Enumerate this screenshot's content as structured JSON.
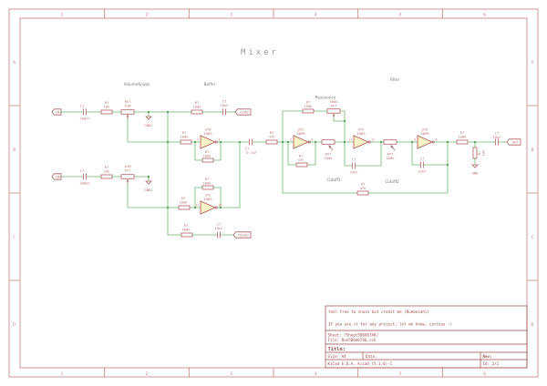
{
  "title": "Mixer",
  "frame": {
    "cols": [
      "1",
      "2",
      "3",
      "4",
      "5",
      "6"
    ],
    "rows": [
      "A",
      "B",
      "C",
      "D"
    ]
  },
  "comments": {
    "volume": "VolumeKnobs",
    "buffer": "Buffer",
    "resonance": "Resonance",
    "filter": "Filter",
    "cutoff1": "Cutoff1",
    "cutoff2": "Cutoff2"
  },
  "nets": {
    "in1": "IN",
    "in2": "IN",
    "echo": "ECHO",
    "mixed": "MIXED",
    "out": "OUT",
    "gnd1": "GND1",
    "gnd2": "GND1",
    "gnd": "GND"
  },
  "parts": {
    "c_in1": {
      "ref": "C?",
      "value": "100nF"
    },
    "r_in1": {
      "ref": "R?",
      "value": "10k"
    },
    "rv_vol1": {
      "ref": "RV?",
      "value": "A1M"
    },
    "c_in2": {
      "ref": "C?",
      "value": "100nF"
    },
    "r_in2": {
      "ref": "R?",
      "value": "10k"
    },
    "rv_vol2": {
      "ref": "RV?",
      "value": "A1M"
    },
    "r_echo": {
      "ref": "R?",
      "value": "100k"
    },
    "c_echo": {
      "ref": "C?",
      "value": "10uF"
    },
    "r_mixed": {
      "ref": "R?",
      "value": "100k"
    },
    "c_mixed": {
      "ref": "C?",
      "value": "10uF"
    },
    "r_buf1_in": {
      "ref": "R?",
      "value": "100k"
    },
    "r_buf1_fb": {
      "ref": "R?",
      "value": "100k"
    },
    "u_buf1": {
      "ref": "U?B",
      "value": "4069",
      "pin_in": "3",
      "pin_out": "4"
    },
    "r_buf2_in": {
      "ref": "R?",
      "value": "100k"
    },
    "r_buf2_fb": {
      "ref": "R?",
      "value": "100k"
    },
    "u_buf2": {
      "ref": "U?E",
      "value": "4069",
      "pin_in": "11",
      "pin_out": "10"
    },
    "c_couple": {
      "ref": "C?",
      "value": "0.1uF"
    },
    "r_filter_in": {
      "ref": "R?",
      "value": "47k"
    },
    "r_res": {
      "ref": "R?",
      "value": "150k"
    },
    "rv_res": {
      "ref": "RV?",
      "value": "500k"
    },
    "u_f1": {
      "ref": "U?C",
      "value": "4069",
      "pin_in": "5",
      "pin_out": "6"
    },
    "r_f1_fb": {
      "ref": "R?",
      "value": "47k"
    },
    "rv_cut1": {
      "ref": "RV?",
      "value": "100k"
    },
    "u_f2": {
      "ref": "U?F",
      "value": "4069",
      "pin_in": "13",
      "pin_out": "12"
    },
    "c_f2": {
      "ref": "C?",
      "value": "33nF"
    },
    "rv_cut2": {
      "ref": "RV?",
      "value": "100k"
    },
    "u_f3": {
      "ref": "U?D",
      "value": "4069",
      "pin_in": "9",
      "pin_out": "8"
    },
    "c_f3": {
      "ref": "C?",
      "value": "33nF"
    },
    "r_fb": {
      "ref": "R?",
      "value": "47k"
    },
    "r_out": {
      "ref": "R?",
      "value": "100k"
    },
    "r_load": {
      "ref": "R?",
      "value": "10k"
    },
    "c_out": {
      "ref": "C?",
      "value": "10uF"
    }
  },
  "titleblock": {
    "note1": "feel free to share but credit me (Ruebezahl)",
    "note2": "If you use it for any project, let me know, curious :)",
    "sheet": "Sheet: /Sheet5D6A6746/",
    "file": "File: Rue5D6A6746.sch",
    "title_label": "Title:",
    "size": "Size: A4",
    "date": "Date:",
    "rev": "Rev:",
    "tool": "KiCad E.D.A.  kicad (5.1.6)-1",
    "id": "Id: 2/2"
  },
  "colors": {
    "wire": "#6cb86c",
    "symbol": "#b06060",
    "opamp_fill": "#fbf3c8",
    "frame": "#c08080",
    "titleblock_text": "#9c4a4a",
    "comment": "#787878",
    "title_gray": "#9a9a9a"
  }
}
